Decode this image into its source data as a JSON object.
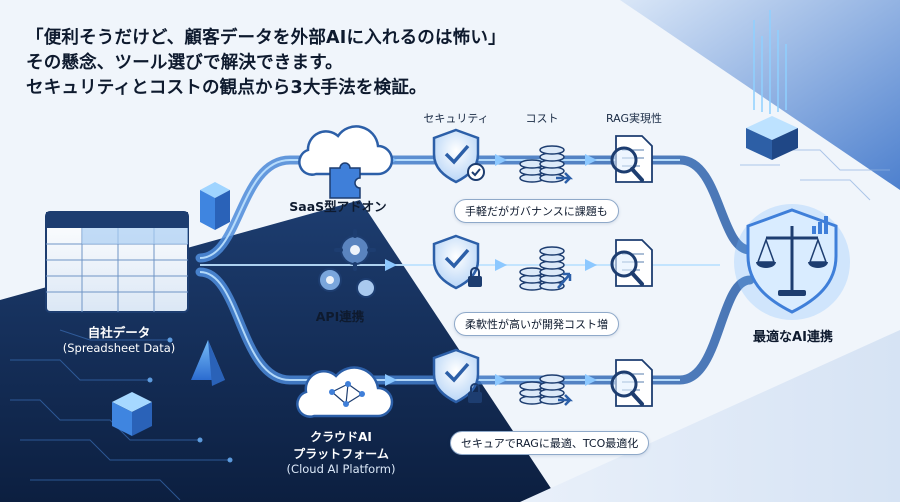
{
  "headline": {
    "line1": "「便利そうだけど、顧客データを外部AIに入れるのは怖い」",
    "line2": "その懸念、ツール選びで解決できます。",
    "line3": "セキュリティとコストの観点から3大手法を検証。"
  },
  "columns": {
    "security": "セキュリティ",
    "cost": "コスト",
    "rag": "RAG実現性"
  },
  "source": {
    "title": "自社データ",
    "subtitle": "(Spreadsheet Data)"
  },
  "methods": [
    {
      "name": "SaaS型アドオン",
      "note": "手軽だがガバナンスに課題も",
      "icon": "puzzle-cloud-icon"
    },
    {
      "name": "API連携",
      "note": "柔軟性が高いが開発コスト増",
      "icon": "gears-icon"
    },
    {
      "name": "クラウドAI",
      "name2": "プラットフォーム",
      "name3": "(Cloud AI Platform)",
      "note": "セキュアでRAGに最適、TCO最適化",
      "icon": "ai-cloud-icon"
    }
  ],
  "destination": {
    "label": "最適なAI連携",
    "icon": "balance-scale-shield-icon"
  },
  "colors": {
    "navy": "#14305c",
    "accent": "#3f7fd9",
    "glow": "#6fb6ff",
    "pipe": "#2c5fa8"
  }
}
